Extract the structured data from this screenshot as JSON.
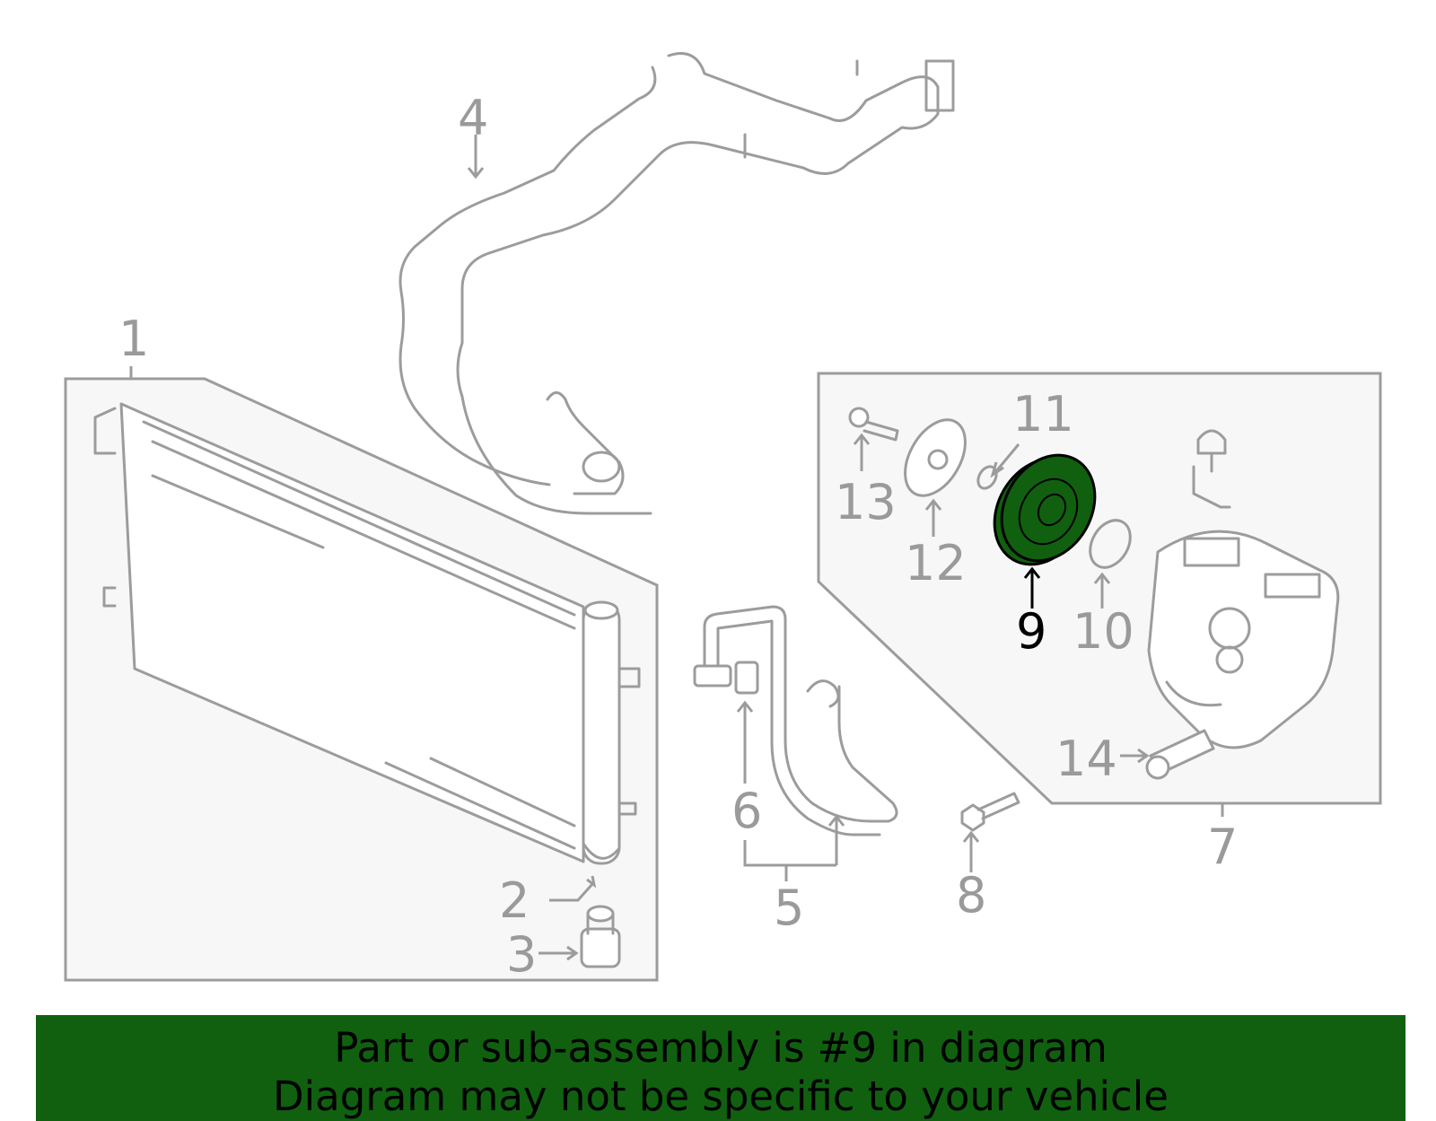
{
  "callouts": [
    {
      "id": "1",
      "label": "1"
    },
    {
      "id": "2",
      "label": "2"
    },
    {
      "id": "3",
      "label": "3"
    },
    {
      "id": "4",
      "label": "4"
    },
    {
      "id": "5",
      "label": "5"
    },
    {
      "id": "6",
      "label": "6"
    },
    {
      "id": "7",
      "label": "7"
    },
    {
      "id": "8",
      "label": "8"
    },
    {
      "id": "9",
      "label": "9"
    },
    {
      "id": "10",
      "label": "10"
    },
    {
      "id": "11",
      "label": "11"
    },
    {
      "id": "12",
      "label": "12"
    },
    {
      "id": "13",
      "label": "13"
    },
    {
      "id": "14",
      "label": "14"
    }
  ],
  "highlight": {
    "part": "9",
    "color": "#106010"
  },
  "colors": {
    "line": "#9c9c9c",
    "box_fill": "#f7f7f7",
    "banner": "#106010"
  },
  "banner": {
    "line1": "Part or sub-assembly is #9 in diagram",
    "line2": "Diagram may not be specific to your vehicle"
  }
}
